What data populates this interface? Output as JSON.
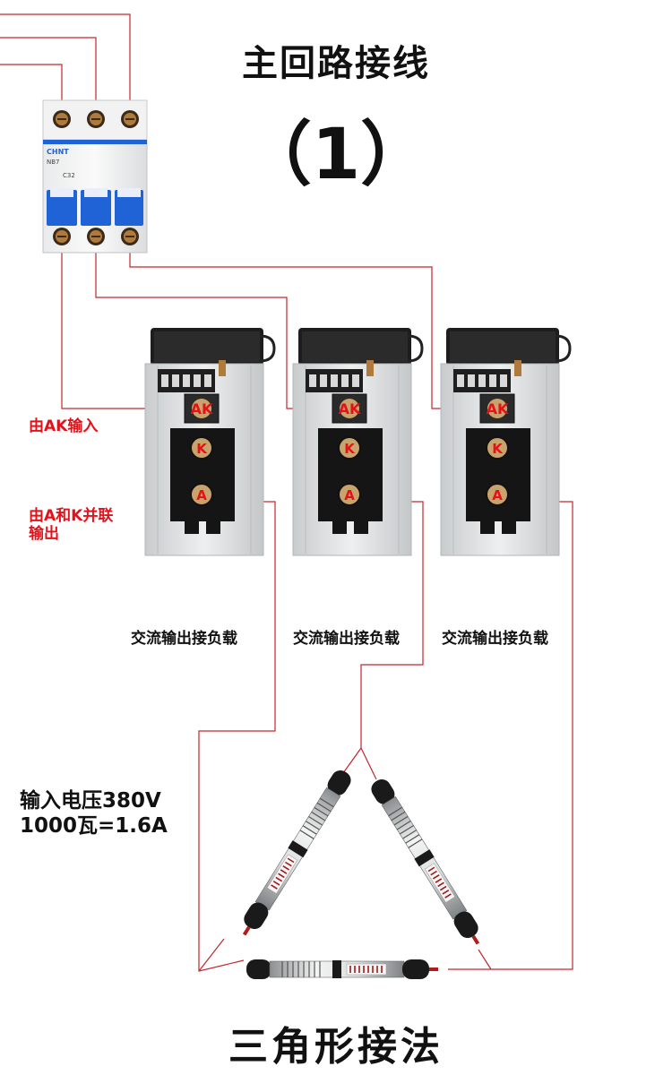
{
  "title": "主回路接线",
  "subtitle": "（1）",
  "breaker": {
    "brand": "CHNT",
    "model": "NB7",
    "rating": "C32"
  },
  "module_terminal_labels": {
    "ak": "AK",
    "k": "K",
    "a": "A"
  },
  "labels": {
    "ak_input": "由AK输入",
    "parallel_output_line1": "由A和K并联",
    "parallel_output_line2": "输出",
    "ac_output": [
      "交流输出接负载",
      "交流输出接负载",
      "交流输出接负载"
    ]
  },
  "spec": {
    "line1": "输入电压380V",
    "line2": "1000瓦=1.6A"
  },
  "bottom_title": "三角形接法",
  "colors": {
    "wire": "#c1272d",
    "breaker_blue": "#1f63d6",
    "heatsink": "#d7d9da",
    "module_black": "#151515",
    "label_red": "#e3121a"
  }
}
